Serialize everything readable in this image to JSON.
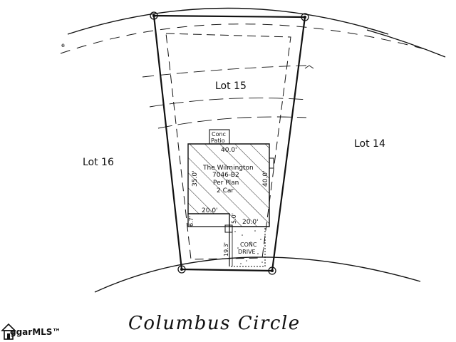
{
  "street_name": "Columbus Circle",
  "watermark": "ggarMLS™",
  "lots": {
    "main": "Lot 15",
    "left": "Lot 16",
    "right": "Lot 14"
  },
  "house": {
    "name_line1": "The Wilmington",
    "name_line2": "7046-B2",
    "name_line3": "Per Plan",
    "name_line4": "2 Car",
    "dim_top": "40.0'",
    "dim_left": "35.0'",
    "dim_right": "40.0'",
    "dim_bottom_left": "20.0'",
    "dim_bottom_right": "20.0'",
    "dim_step": "6.7'",
    "dim_offset": "5.0'"
  },
  "patio": {
    "line1": "Conc",
    "line2": "Patio"
  },
  "drive": {
    "line1": "CONC",
    "line2": "DRIVE",
    "dim_length": "19.3'"
  },
  "edge_label": "e"
}
